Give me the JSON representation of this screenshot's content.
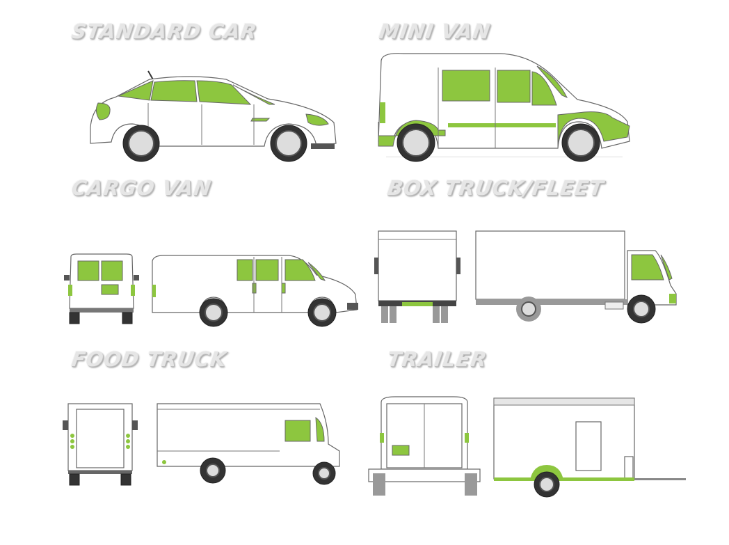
{
  "labels": {
    "standard_car": "STANDARD CAR",
    "mini_van": "MINI VAN",
    "cargo_van": "CARGO VAN",
    "box_truck": "BOX TRUCK/FLEET",
    "food_truck": "FOOD TRUCK",
    "trailer": "TRAILER"
  },
  "colors": {
    "accent": "#8dc63f",
    "outline": "#666666",
    "label": "#e6e6e6"
  }
}
